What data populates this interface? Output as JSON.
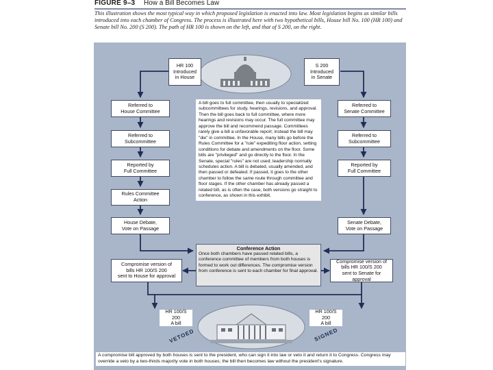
{
  "figure": {
    "number": "FIGURE 9–3",
    "title": "How a Bill Becomes Law",
    "intro": "This illustration shows the most typical way in which proposed legislation is enacted into law. Most legislation begins as similar bills introduced into each chamber of Congress. The process is illustrated here with two hypothetical bills, House bill No. 100 (HR 100) and Senate bill No. 200 (S 200). The path of HR 100 is shown on the left, and that of S 200, on the right."
  },
  "house": {
    "introduced": [
      "HR 100",
      "Introduced",
      "in House"
    ],
    "committee": [
      "Referred to",
      "House Committee"
    ],
    "subcommittee": [
      "Referred to",
      "Subcommittee"
    ],
    "full": [
      "Reported by",
      "Full Committee"
    ],
    "rules": [
      "Rules Committee",
      "Action"
    ],
    "debate": [
      "House Debate,",
      "Vote on Passage"
    ],
    "compromise": [
      "Compromise version of",
      "bills HR 100/S 200",
      "sent to House for approval"
    ]
  },
  "senate": {
    "introduced": [
      "S 200",
      "Introduced",
      "in Senate"
    ],
    "committee": [
      "Referred to",
      "Senate Committee"
    ],
    "subcommittee": [
      "Referred to",
      "Subcommittee"
    ],
    "full": [
      "Reported by",
      "Full Committee"
    ],
    "debate": [
      "Senate Debate,",
      "Vote on Passage"
    ],
    "compromise": [
      "Compromise version of",
      "bills HR 100/S 200",
      "sent to Senate for approval"
    ]
  },
  "committee_description": "A bill goes to full committee, then usually to specialized subcommittees for study, hearings, revisions, and approval. Then the bill goes back to full committee, where more hearings and revisions may occur. The full committee may approve the bill and recommend passage. Committees rarely give a bill a unfavorable report; instead the bill may \"die\" in committee. In the House, many bills go before the Rules Committee for a \"rule\" expediting floor action, setting conditions for debate and amendments on the floor. Some bills are \"privileged\" and go directly to the floor. In the Senate, special \"rules\" are not used; leadership normally schedules action. A bill is debated, usually amended, and then passed or defeated. If passed, it goes to the other chamber to follow the same route through committee and floor stages. If the other chamber has already passed a related bill, as is often the case, both versions go straight to conference, as shown in this exhibit.",
  "conference": {
    "title": "Conference Action",
    "text": "Once both chambers have passed related bills, a conference committee of members from both houses is formed to work out differences. The compromise version from conference is sent to each chamber for final approval."
  },
  "president": {
    "left_label": [
      "HR 100/S 200",
      "A bill"
    ],
    "right_label": [
      "HR 100/S 200",
      "A bill"
    ],
    "vetoed": "VETOED",
    "signed": "SIGNED"
  },
  "footer": "A compromise bill approved by both houses is sent to the president, who can sign it into law or veto it and return it to Congress. Congress may override a veto by a two-thirds majority vote in both houses; the bill then becomes law without the president's signature.",
  "colors": {
    "panel": "#a9b5c9",
    "box_border": "#3f4a5e",
    "arrow": "#1f2e55"
  }
}
